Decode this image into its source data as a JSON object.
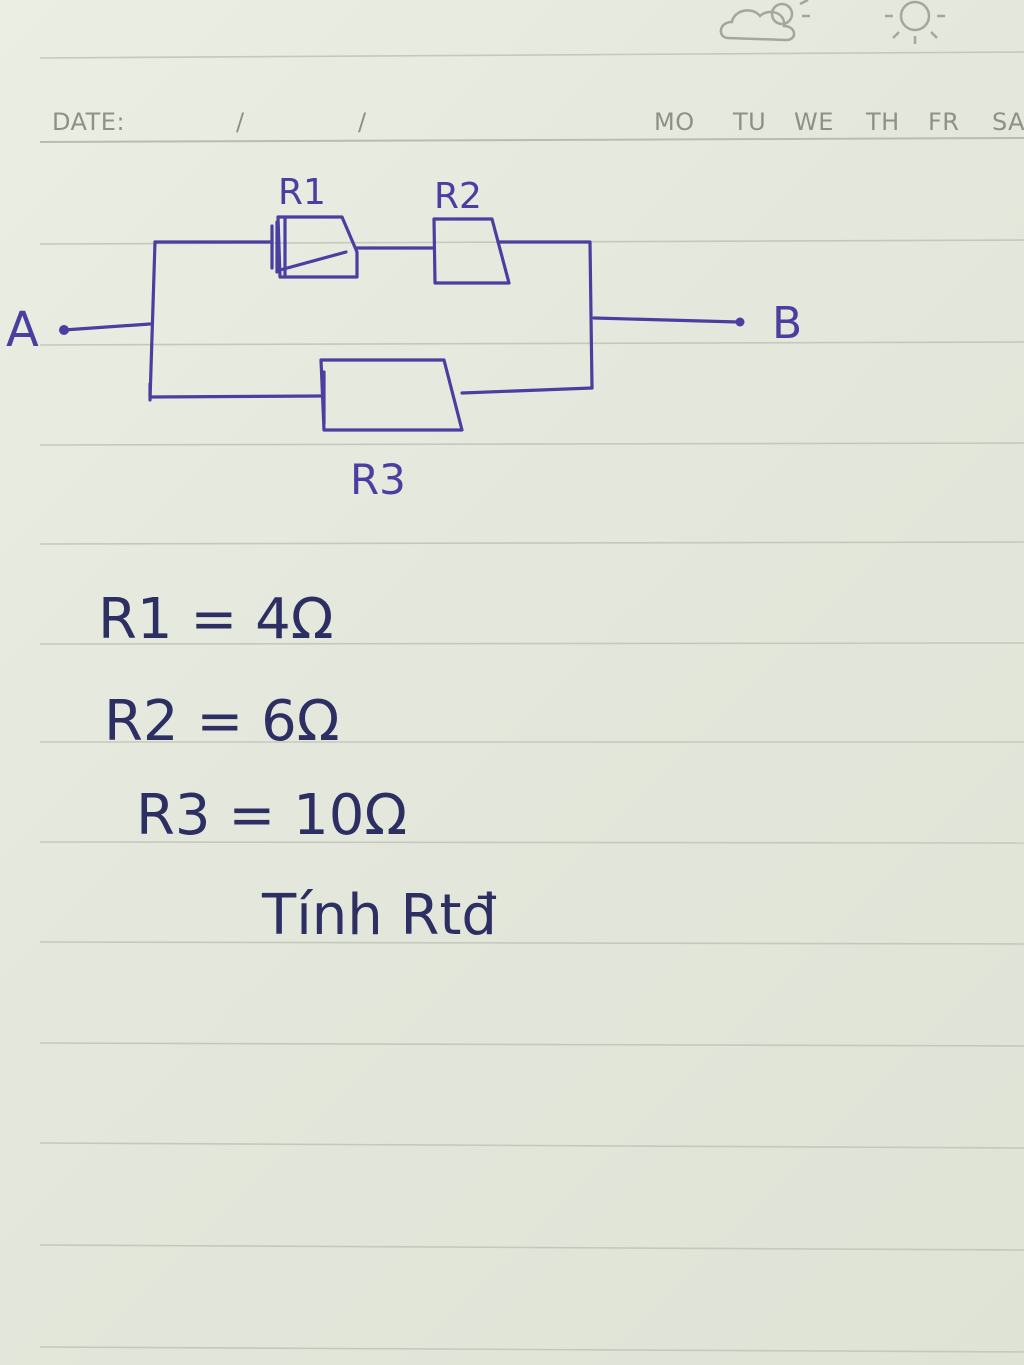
{
  "notebook_header": {
    "date_label": "DATE:",
    "date_sep_1": "/",
    "date_sep_2": "/",
    "weekdays": [
      "MO",
      "TU",
      "WE",
      "TH",
      "FR",
      "SA"
    ],
    "weather_icons": [
      "cloud-sun-icon",
      "sun-icon"
    ]
  },
  "circuit": {
    "node_a": "A",
    "node_b": "B",
    "r1_label": "R1",
    "r2_label": "R2",
    "r3_label": "R3"
  },
  "given": {
    "line1": "R1 = 4Ω",
    "line2": "R2 = 6Ω",
    "line3": "R3 = 10Ω",
    "task": "Tính Rtđ"
  },
  "colors": {
    "paper": "#e6eadf",
    "ink": "#4a3ea0",
    "rule": "#c5c9bd",
    "print": "#8d9186"
  }
}
